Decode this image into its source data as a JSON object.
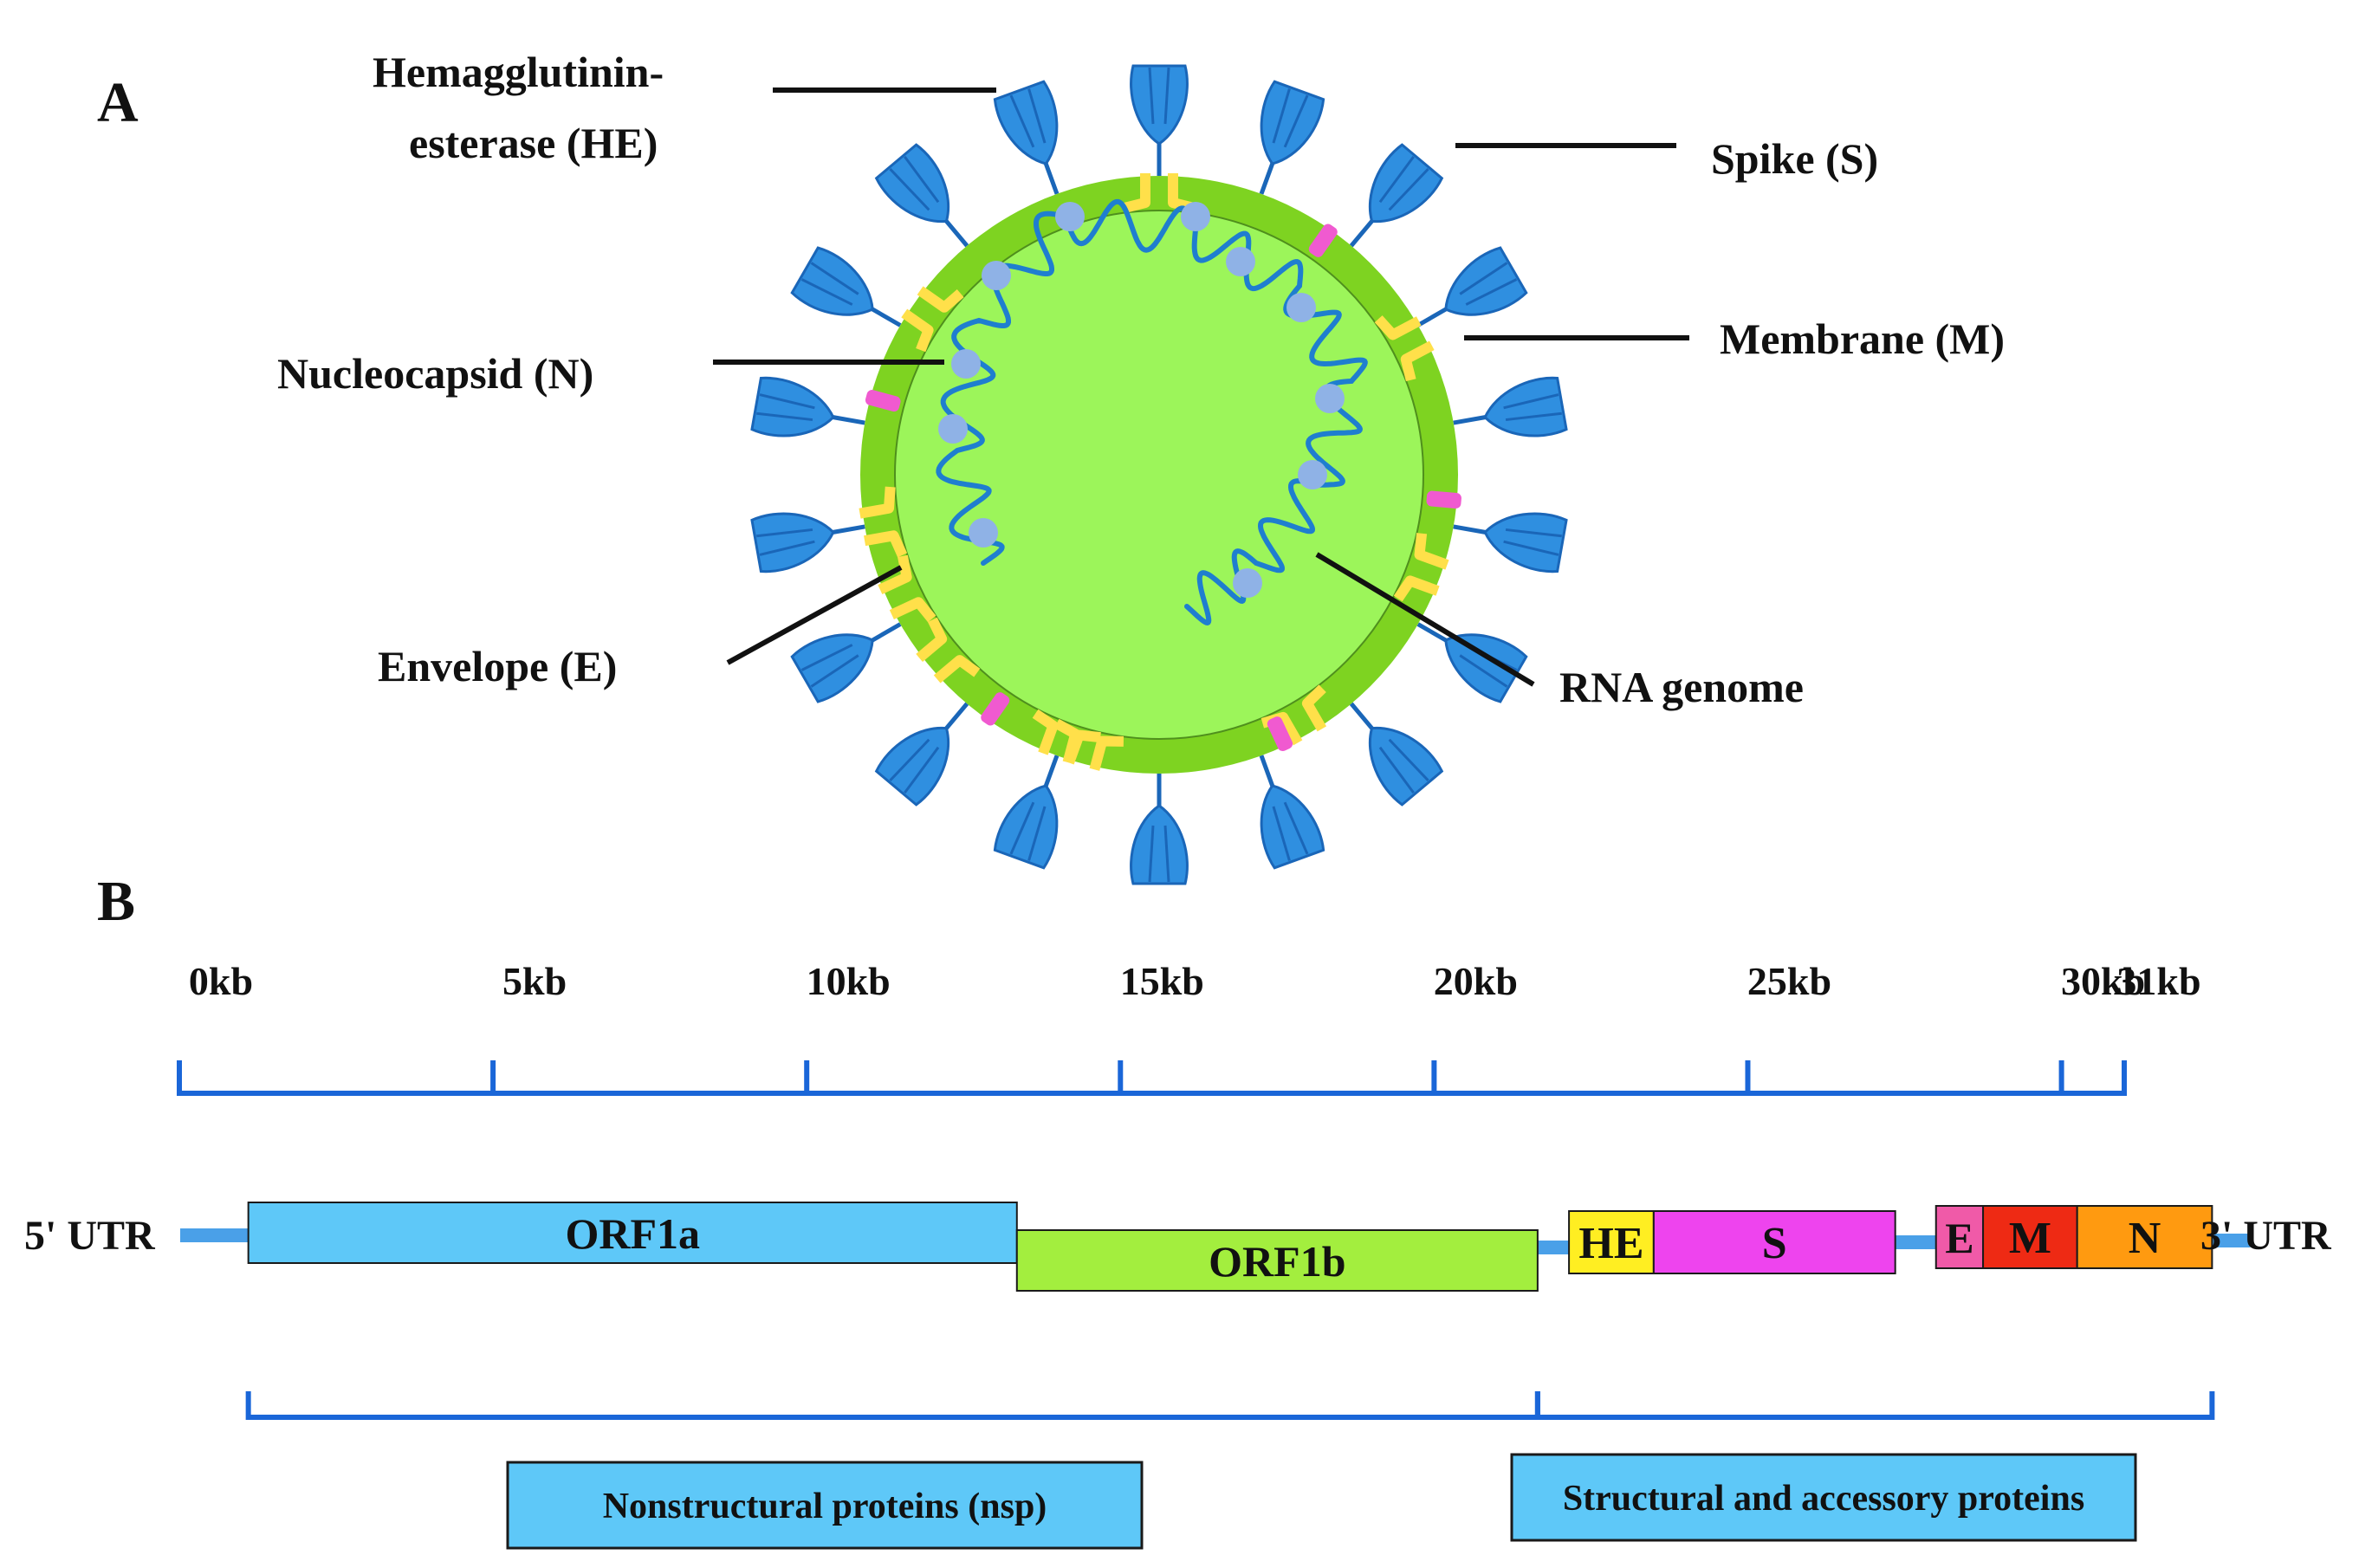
{
  "panels": {
    "a": "A",
    "b": "B"
  },
  "virion": {
    "labels": {
      "he_line1": "Hemagglutinin-",
      "he_line2": "esterase (HE)",
      "spike": "Spike (S)",
      "nucleocapsid": "Nucleocapsid (N)",
      "membrane": "Membrane (M)",
      "envelope": "Envelope (E)",
      "rna": "RNA genome"
    },
    "colors": {
      "envelope_ring": "#7ed321",
      "interior": "#9cf55a",
      "spike": "#2f8fe0",
      "spike_outline": "#1a66b8",
      "membrane_protein": "#ffe04a",
      "envelope_protein": "#f05ad0",
      "rna": "#1f7ecf",
      "nucleocapsid": "#8fb2e6"
    }
  },
  "genome": {
    "scale": {
      "ticks": [
        "0kb",
        "5kb",
        "10kb",
        "15kb",
        "20kb",
        "25kb",
        "30kb",
        "31kb"
      ],
      "tick_values_kb": [
        0,
        5,
        10,
        15,
        20,
        25,
        30,
        31
      ],
      "color": "#1a66d8"
    },
    "utr5": "5' UTR",
    "utr3": "3' UTR",
    "genes": [
      {
        "name": "ORF1a",
        "start_kb": 1.1,
        "end_kb": 13.35,
        "color": "#5ec8f8"
      },
      {
        "name": "ORF1b",
        "start_kb": 13.35,
        "end_kb": 21.65,
        "color": "#a3ee3e"
      },
      {
        "name": "HE",
        "start_kb": 22.15,
        "end_kb": 23.5,
        "color": "#ffee22"
      },
      {
        "name": "S",
        "start_kb": 23.5,
        "end_kb": 27.35,
        "color": "#ee44ee"
      },
      {
        "name": "E",
        "start_kb": 28.0,
        "end_kb": 28.75,
        "color": "#f05aa8"
      },
      {
        "name": "M",
        "start_kb": 28.75,
        "end_kb": 30.25,
        "color": "#ee2a14"
      },
      {
        "name": "N",
        "start_kb": 30.25,
        "end_kb": 32.4,
        "color": "#ff9a10"
      }
    ],
    "groups": {
      "nonstructural": "Nonstructural proteins (nsp)",
      "structural": "Structural and accessory proteins",
      "box_color": "#5ec8f8"
    }
  }
}
